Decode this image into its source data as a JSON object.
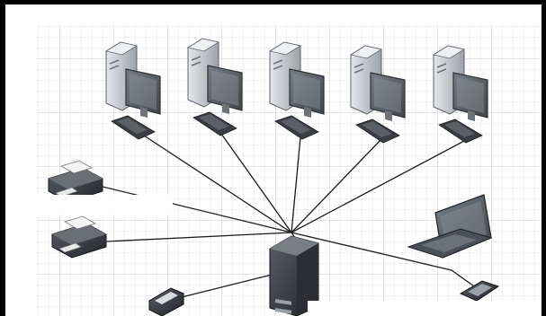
{
  "diagram": {
    "topology": "star",
    "nodes": [
      {
        "id": "desktop-1",
        "icon": "desktop-computer-icon"
      },
      {
        "id": "desktop-2",
        "icon": "desktop-computer-icon"
      },
      {
        "id": "desktop-3",
        "icon": "desktop-computer-icon"
      },
      {
        "id": "desktop-4",
        "icon": "desktop-computer-icon"
      },
      {
        "id": "desktop-5",
        "icon": "desktop-computer-icon"
      },
      {
        "id": "printer-1",
        "icon": "printer-icon"
      },
      {
        "id": "printer-2",
        "icon": "printer-icon"
      },
      {
        "id": "scanner",
        "icon": "scanner-icon"
      },
      {
        "id": "server",
        "icon": "server-tower-icon"
      },
      {
        "id": "laptop",
        "icon": "laptop-icon"
      },
      {
        "id": "mobile-device",
        "icon": "mobile-device-icon"
      }
    ],
    "colors": {
      "frame": "#000000",
      "background": "#ffffff",
      "grid": "#d6d6d6",
      "lines": "#1a1a1a",
      "device_dark": "#3a3d42",
      "device_light": "#c9ccd1",
      "screen": "#5a6068"
    }
  }
}
